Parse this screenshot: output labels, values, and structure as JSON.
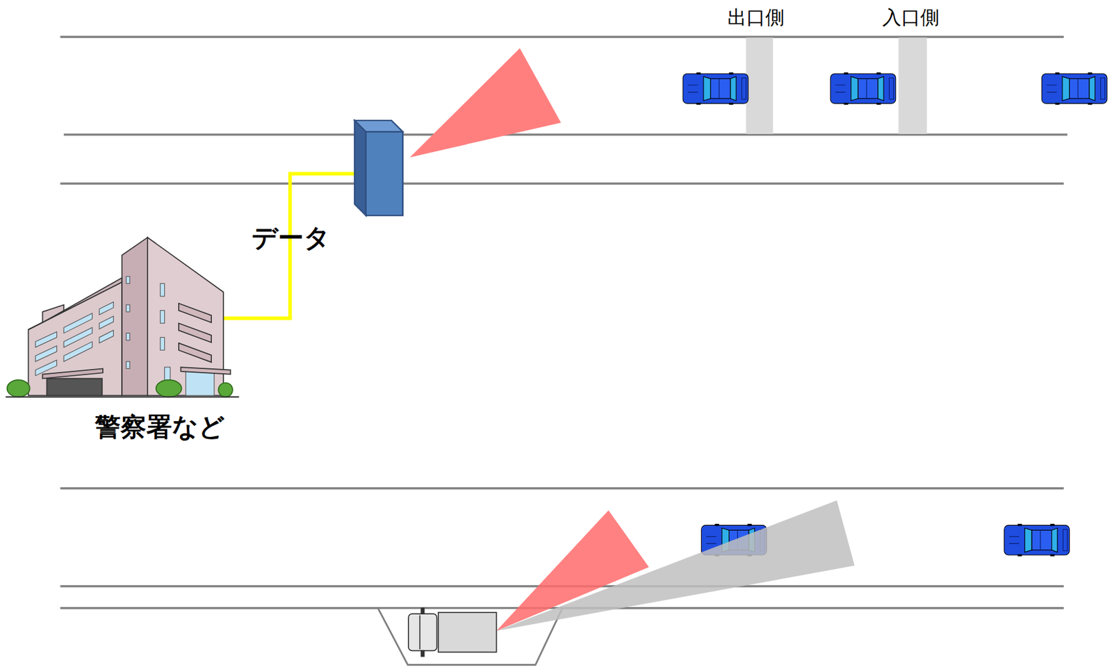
{
  "diagram": {
    "labels": [
      "出口側",
      "入口側",
      "データ",
      "警察署など"
    ]
  }
}
